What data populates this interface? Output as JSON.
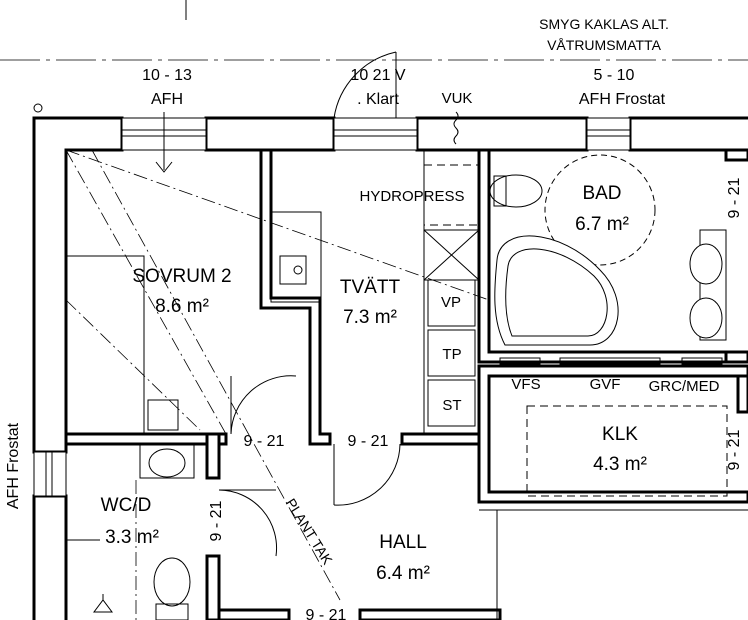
{
  "rooms": {
    "sovrum": {
      "name": "SOVRUM 2",
      "area": "8.6 m²"
    },
    "tvatt": {
      "name": "TVÄTT",
      "area": "7.3 m²"
    },
    "bad": {
      "name": "BAD",
      "area": "6.7 m²"
    },
    "klk": {
      "name": "KLK",
      "area": "4.3 m²"
    },
    "wcd": {
      "name": "WC/D",
      "area": "3.3 m²"
    },
    "hall": {
      "name": "HALL",
      "area": "6.4 m²"
    }
  },
  "notes": {
    "smyg_line1": "SMYG KAKLAS ALT.",
    "smyg_line2": "VÅTRUMSMATTA",
    "win_left_code": "10 - 13",
    "win_left_type": "AFH",
    "door_top_code": "10 21  V",
    "door_top_note": ". Klart",
    "vuk": "VUK",
    "win_right_code": "5 - 10",
    "win_right_type": "AFH  Frostat",
    "hydropress": "HYDROPRESS",
    "vp": "VP",
    "tp": "TP",
    "st": "ST",
    "vfs": "VFS",
    "gvf": "GVF",
    "grc_med": "GRC/MED",
    "plant_tak": "PLANT TAK",
    "side_frostat": "AFH  Frostat"
  },
  "door_codes": {
    "sovrum_door": "9 - 21",
    "tvatt_door": "9 - 21",
    "wc_door": "9 - 21",
    "bottom_door": "9 - 21",
    "bad_right": "9 - 21",
    "klk_right": "9 - 21"
  }
}
